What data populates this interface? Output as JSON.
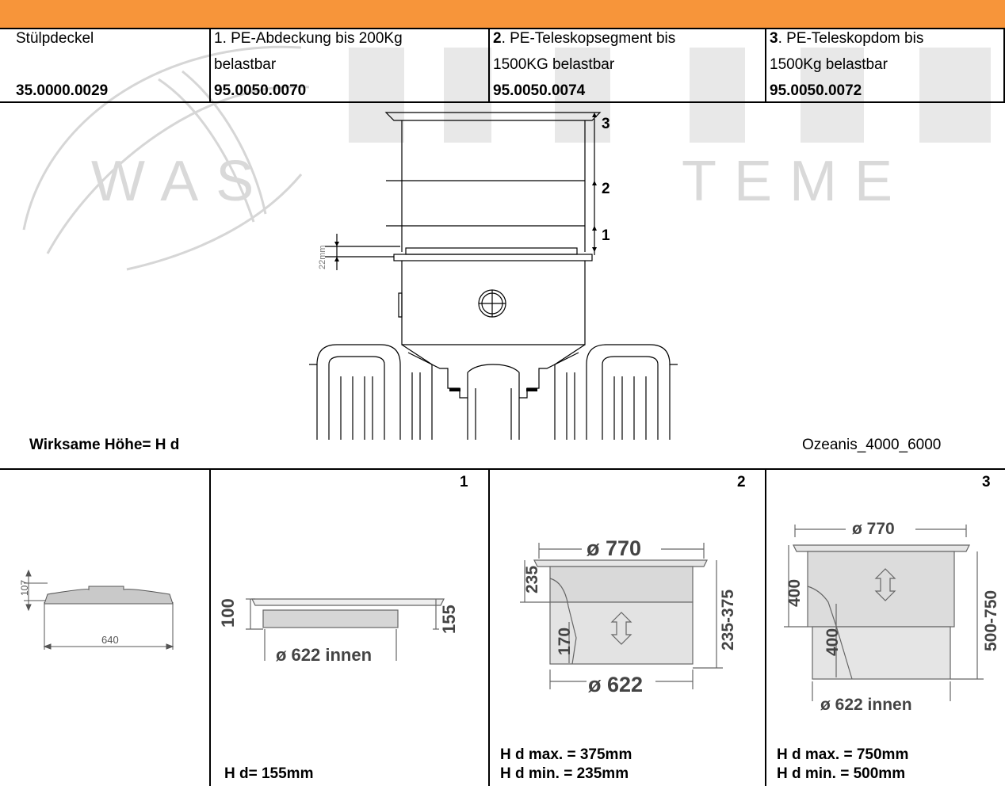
{
  "products": [
    {
      "name_num": "",
      "name_rest": "Stülpdeckel",
      "name_line2": "",
      "code": "35.0000.0029"
    },
    {
      "name_num": "",
      "name_rest": "1. PE-Abdeckung bis 200Kg",
      "name_line2": "belastbar",
      "code": "95.0050.0070"
    },
    {
      "name_num": "2",
      "name_rest": ". PE-Teleskopsegment bis",
      "name_line2": "1500KG belastbar",
      "code": "95.0050.0074"
    },
    {
      "name_num": "3",
      "name_rest": ". PE-Teleskopdom bis",
      "name_line2": "1500Kg belastbar",
      "code": "95.0050.0072"
    }
  ],
  "diagram": {
    "caption_left": "Wirksame Höhe= H d",
    "caption_right": "Ozeanis_4000_6000",
    "label_22mm": "22mm",
    "marker_1": "1",
    "marker_2": "2",
    "marker_3": "3"
  },
  "watermark": {
    "left": "WAS",
    "right": "TEME"
  },
  "details": {
    "cover": {
      "dim_height": "107",
      "dim_width": "640"
    },
    "part1": {
      "number": "1",
      "dim_left": "100",
      "dim_right": "155",
      "dim_bottom": "ø 622 innen",
      "hd": "H d= 155mm"
    },
    "part2": {
      "number": "2",
      "dim_top": "ø 770",
      "dim_left": "235",
      "dim_inner": "170",
      "dim_right": "235-375",
      "dim_bottom": "ø 622",
      "hd_max": "H d max. = 375mm",
      "hd_min": "H d min.  = 235mm"
    },
    "part3": {
      "number": "3",
      "dim_top": "ø 770",
      "dim_left": "400",
      "dim_inner": "400",
      "dim_right": "500-750",
      "dim_bottom": "ø 622 innen",
      "hd_max": "H d max. = 750mm",
      "hd_min": "H d min.  = 500mm"
    }
  }
}
